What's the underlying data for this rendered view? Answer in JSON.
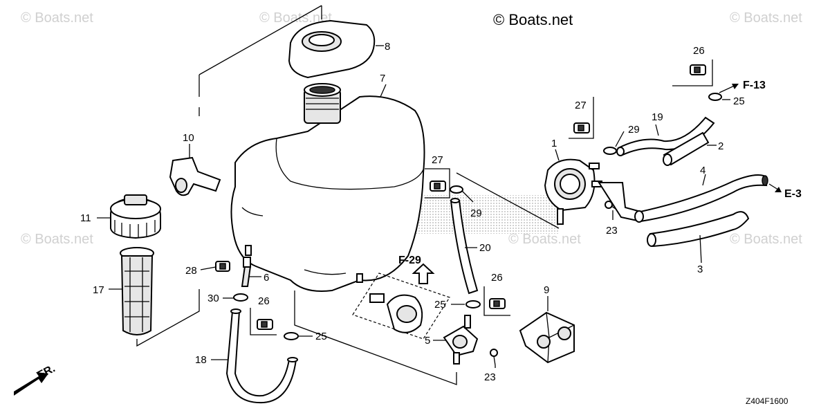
{
  "copyright": "© Boats.net",
  "watermark": "© Boats.net",
  "diagram_code": "Z404F1600",
  "front_marker": "FR.",
  "refs": {
    "f13": "F-13",
    "e3": "E-3",
    "f29": "F-29"
  },
  "callouts": {
    "c1": "1",
    "c2": "2",
    "c3": "3",
    "c4": "4",
    "c5": "5",
    "c6": "6",
    "c7": "7",
    "c8": "8",
    "c9": "9",
    "c10": "10",
    "c11": "11",
    "c17": "17",
    "c18": "18",
    "c19": "19",
    "c20": "20",
    "c23a": "23",
    "c23b": "23",
    "c25a": "25",
    "c25b": "25",
    "c25c": "25",
    "c26a": "26",
    "c26b": "26",
    "c26c": "26",
    "c27a": "27",
    "c27b": "27",
    "c28": "28",
    "c29a": "29",
    "c29b": "29",
    "c30": "30"
  }
}
